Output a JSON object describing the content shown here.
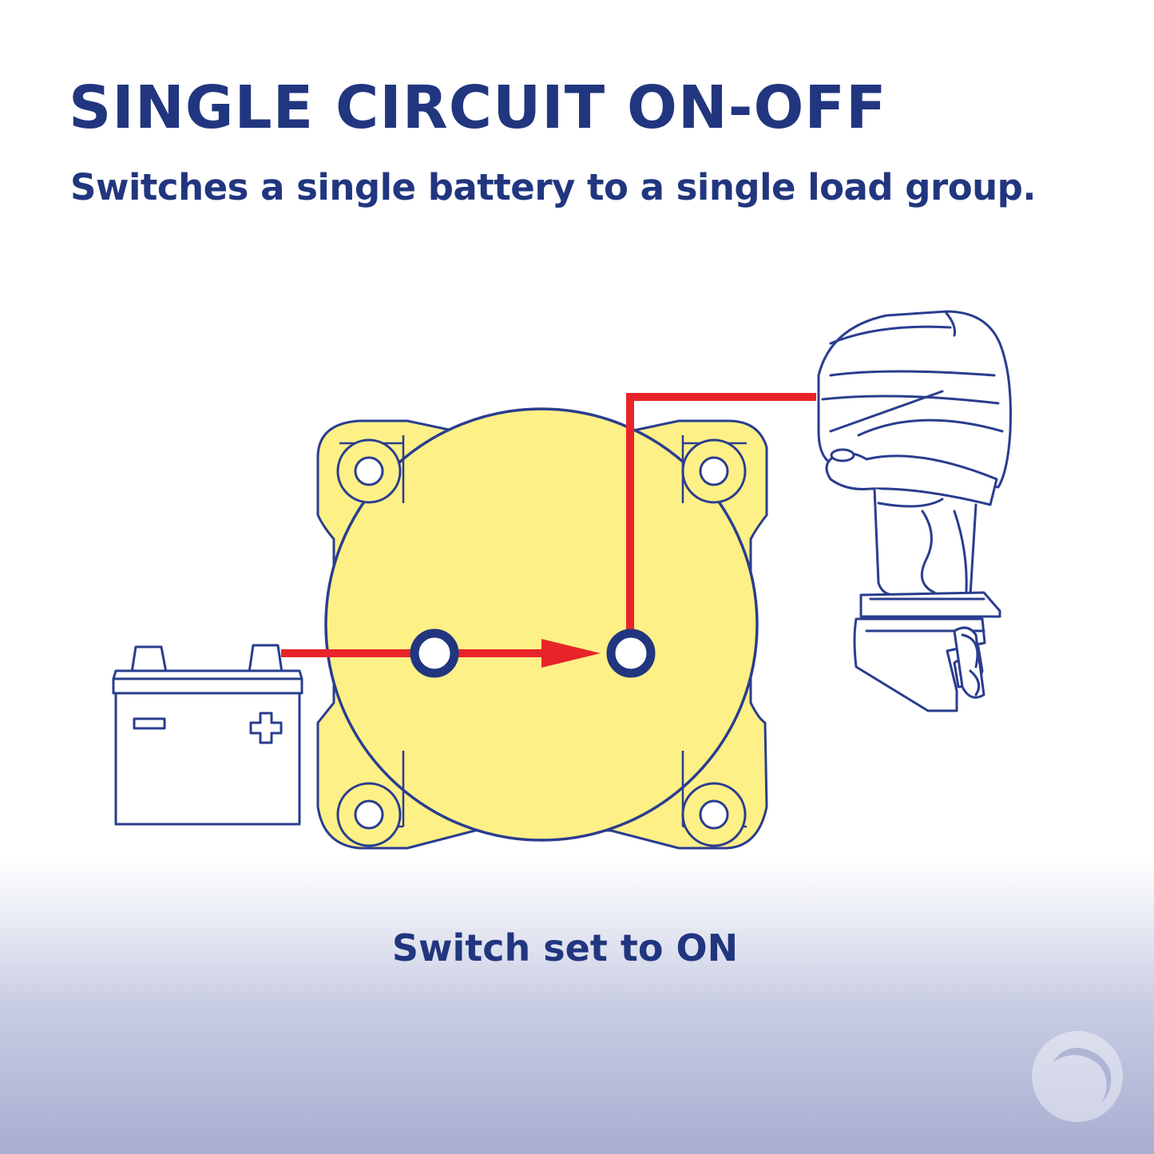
{
  "title": "SINGLE CIRCUIT ON-OFF",
  "subtitle": "Switches a single battery to a single load group.",
  "caption": "Switch set to ON",
  "colors": {
    "primary_blue": "#21367f",
    "outline_blue": "#2a3d8f",
    "switch_yellow": "#fdf087",
    "wire_red": "#e8242a"
  },
  "icons": [
    "battery-icon",
    "battery-switch-icon",
    "outboard-motor-icon",
    "brand-logo-icon"
  ]
}
